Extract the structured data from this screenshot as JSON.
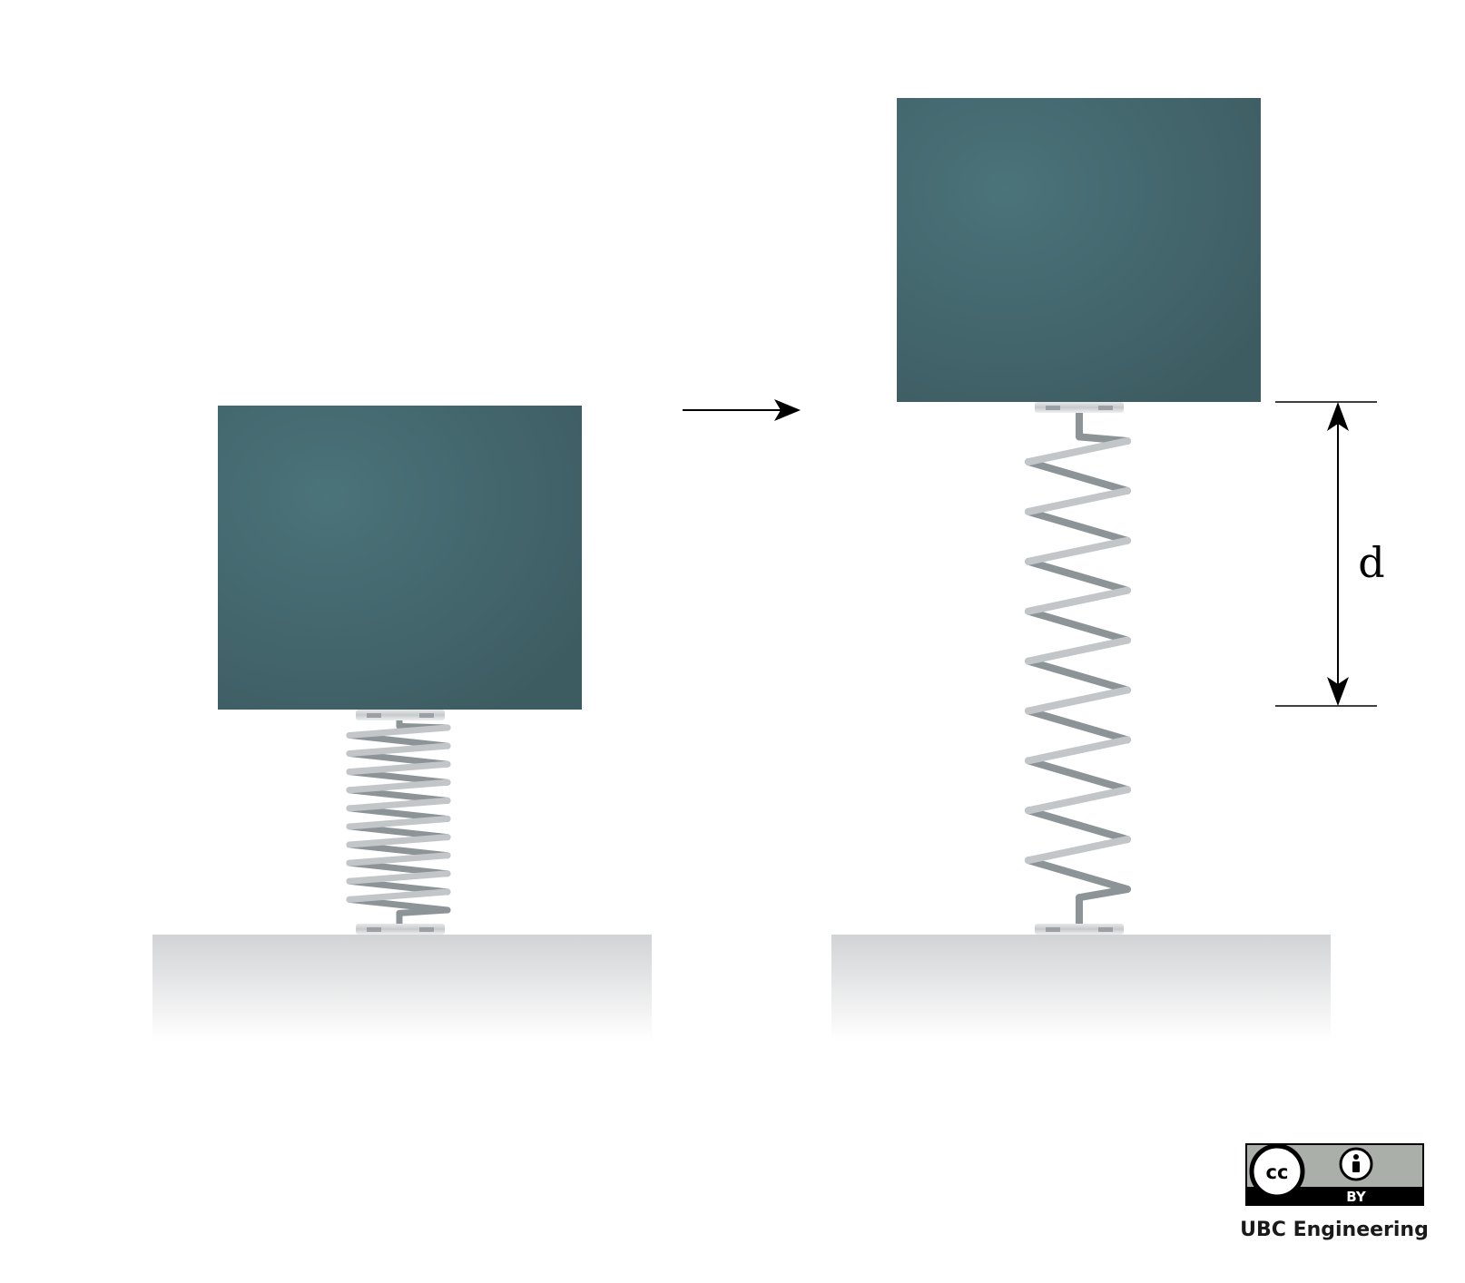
{
  "figure": {
    "dimension_label": "d",
    "license": {
      "cc_mark": "cc",
      "by_mark": "BY",
      "credit": "UBC Engineering"
    }
  },
  "colors": {
    "block_center": "#4b737a",
    "block_edge": "#3d5c62",
    "coil_front": "#c3c6c8",
    "coil_back": "#8d9497",
    "ground_top": "#d2d3d5",
    "ground_bottom": "#ffffff",
    "arrow": "#000000"
  },
  "icons": [
    "spring-icon",
    "right-arrow-icon",
    "double-arrow-icon",
    "creative-commons-icon",
    "attribution-icon"
  ]
}
